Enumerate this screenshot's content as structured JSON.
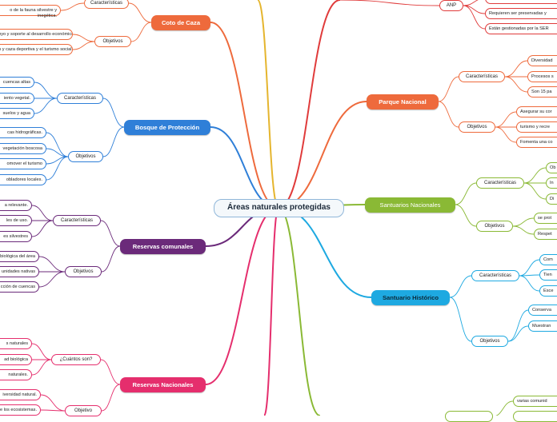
{
  "center": "Áreas naturales protegidas",
  "colors": {
    "coto": "#ee6a3c",
    "bosque": "#2f7fd8",
    "comunales": "#6b2a7a",
    "nacionales_res": "#e52e6d",
    "parque": "#ee6a3c",
    "santuarios": "#8ab935",
    "historico": "#1ea9e1",
    "top_purple": "#e5b52e",
    "anp": "#e03b3b"
  },
  "left": {
    "coto": {
      "title": "Coto de Caza",
      "caracteristicas": "Características",
      "carac_items": [
        "o de la fauna silvestre y",
        "inegética."
      ],
      "objetivos": "Objetivos",
      "obj_items": [
        "poyo y soporte al desarrollo económico",
        "ón y caza deportiva y el turismo social."
      ]
    },
    "bosque": {
      "title": "Bosque de Protección",
      "caracteristicas": "Características",
      "carac_items": [
        "cuencas altas",
        "iento vegetal.",
        "suelos y agua"
      ],
      "objetivos": "Objetivos",
      "obj_items": [
        "cas hidrográficas.",
        "vegetación boscosa",
        "omover el turismo",
        "obladores locales."
      ]
    },
    "comunales": {
      "title": "Reservas comunales",
      "caracteristicas": "Características",
      "carac_items": [
        "a relevante.",
        "les de uso.",
        "es silvestres"
      ],
      "objetivos": "Objetivos",
      "obj_items": [
        "biológica del área",
        "unidades nativas",
        "cción de cuencas"
      ]
    },
    "nacionales_res": {
      "title": "Reservas Nacionales",
      "cuantos": "¿Cuántos son?",
      "cuantos_items": [
        "s naturales",
        "ad biológica",
        "naturales."
      ],
      "objetivos": "Objetivo",
      "obj_items": [
        "iversidad natural.",
        "e los ecosistemas."
      ]
    }
  },
  "right": {
    "anp": {
      "title": "ANP",
      "items": [
        "Requieren ser preservadas y",
        "Están gestionadas por la SER"
      ]
    },
    "parque": {
      "title": "Parque Nacional",
      "caracteristicas": "Características",
      "carac_items": [
        "Diversidad",
        "Procesos s",
        "Son 15 pa"
      ],
      "objetivos": "Objetivos",
      "obj_items": [
        "Asegurar su cor",
        "turismo y recre",
        "Fomenta una co"
      ]
    },
    "santuarios": {
      "title": "Santuarios Nacionales",
      "caracteristicas": "Características",
      "carac_items": [
        "Ob",
        "In",
        "Di"
      ],
      "objetivos": "Objetivos",
      "obj_items": [
        "se prot",
        "Respet"
      ]
    },
    "historico": {
      "title": "Santuario Histórico",
      "caracteristicas": "Características",
      "carac_items": [
        "Com",
        "Tien",
        "Esce"
      ],
      "objetivos": "Objetivos",
      "obj_items": [
        "Conserva",
        "Muestran"
      ]
    },
    "bottom": {
      "items": [
        "varias comunid"
      ]
    }
  }
}
